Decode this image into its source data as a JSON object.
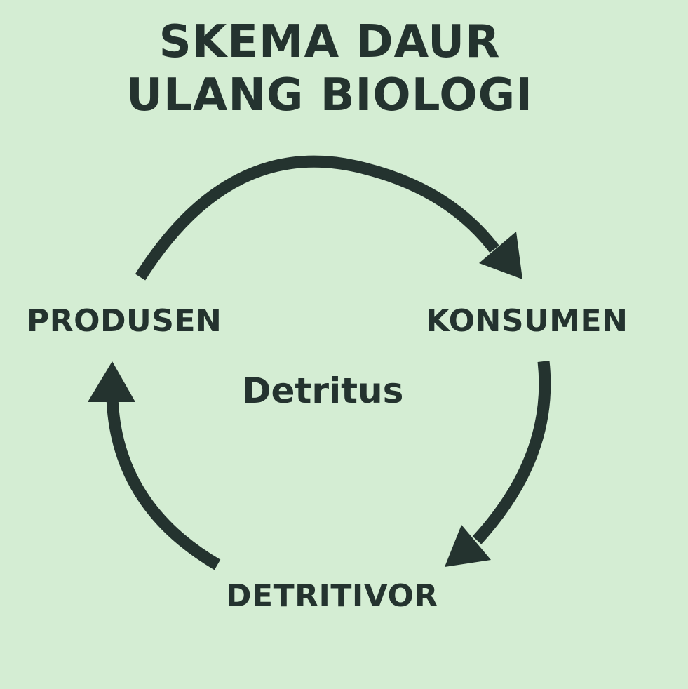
{
  "title": {
    "line1": "SKEMA DAUR",
    "line2": "ULANG BIOLOGI"
  },
  "nodes": {
    "produsen": "PRODUSEN",
    "konsumen": "KONSUMEN",
    "detritivor": "DETRITIVOR"
  },
  "center": "Detritus",
  "colors": {
    "background": "#d4edd3",
    "ink": "#24332f"
  }
}
